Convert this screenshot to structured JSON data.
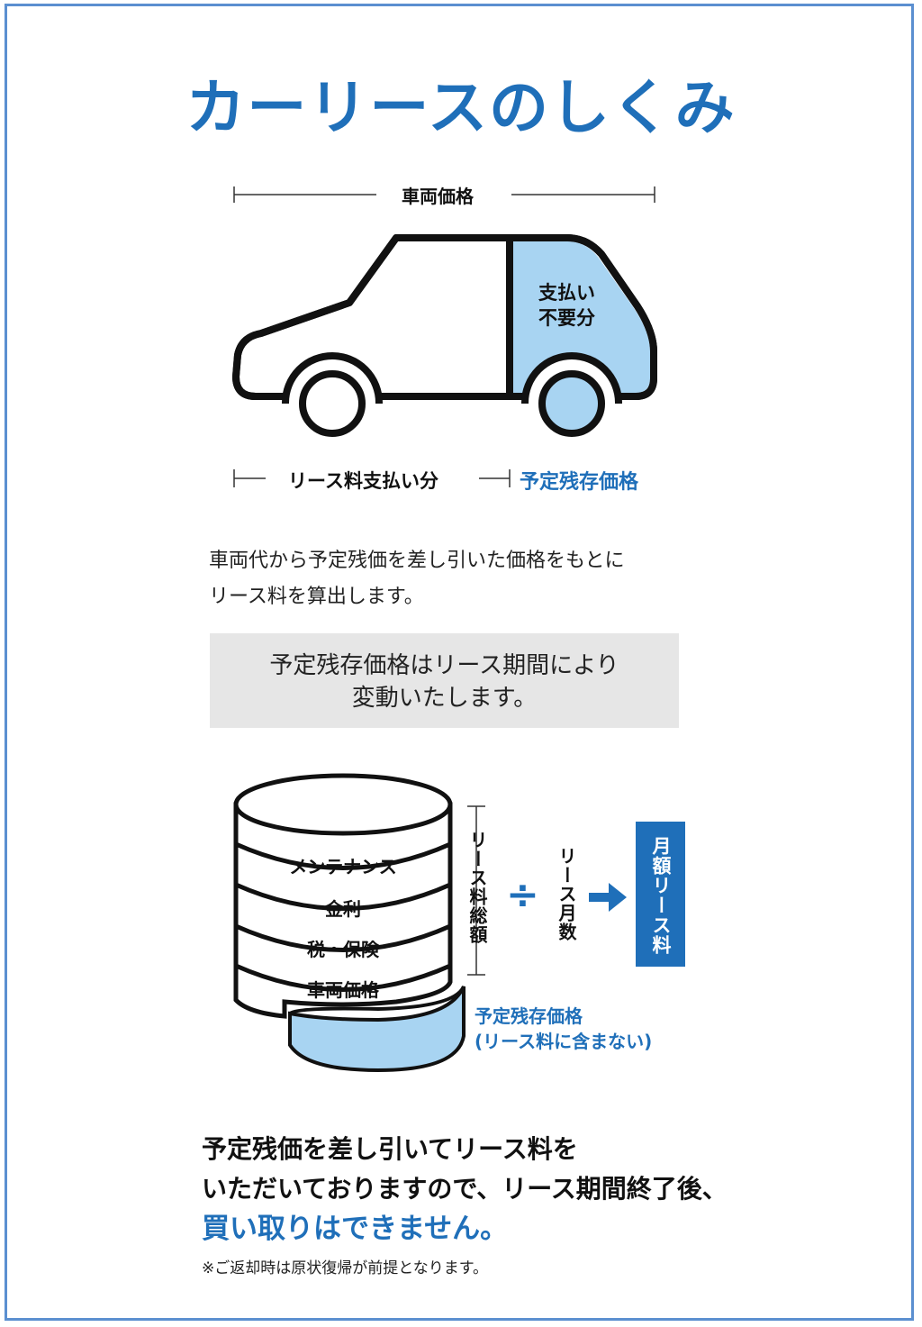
{
  "title": "カーリースのしくみ",
  "car_diagram": {
    "vehicle_price_label": "車両価格",
    "no_payment_label_line1": "支払い",
    "no_payment_label_line2": "不要分",
    "lease_payment_label": "リース料支払い分",
    "residual_value_label": "予定残存価格"
  },
  "description": {
    "line1": "車両代から予定残価を差し引いた価格をもとに",
    "line2": "リース料を算出します。"
  },
  "note": {
    "line1": "予定残存価格はリース期間により",
    "line2": "変動いたします。"
  },
  "cylinder_diagram": {
    "layers": [
      "メンテナンス",
      "金利",
      "税・保険",
      "車両価格"
    ],
    "residual_line1": "予定残存価格",
    "residual_line2": "(リース料に含まない)",
    "total_label": "リース料総額",
    "divide_symbol": "÷",
    "months_label": "リース月数",
    "monthly_label": "月額リース料"
  },
  "summary": {
    "line1": "予定残価を差し引いてリース料を",
    "line2": "いただいておりますので、リース期間終了後、",
    "highlight": "買い取りはできません。"
  },
  "footnote": "※ご返却時は原状復帰が前提となります。",
  "colors": {
    "accent": "#1f6fb9",
    "light_blue": "#a8d4f2",
    "border": "#5b8fd0",
    "note_bg": "#e6e6e6"
  }
}
